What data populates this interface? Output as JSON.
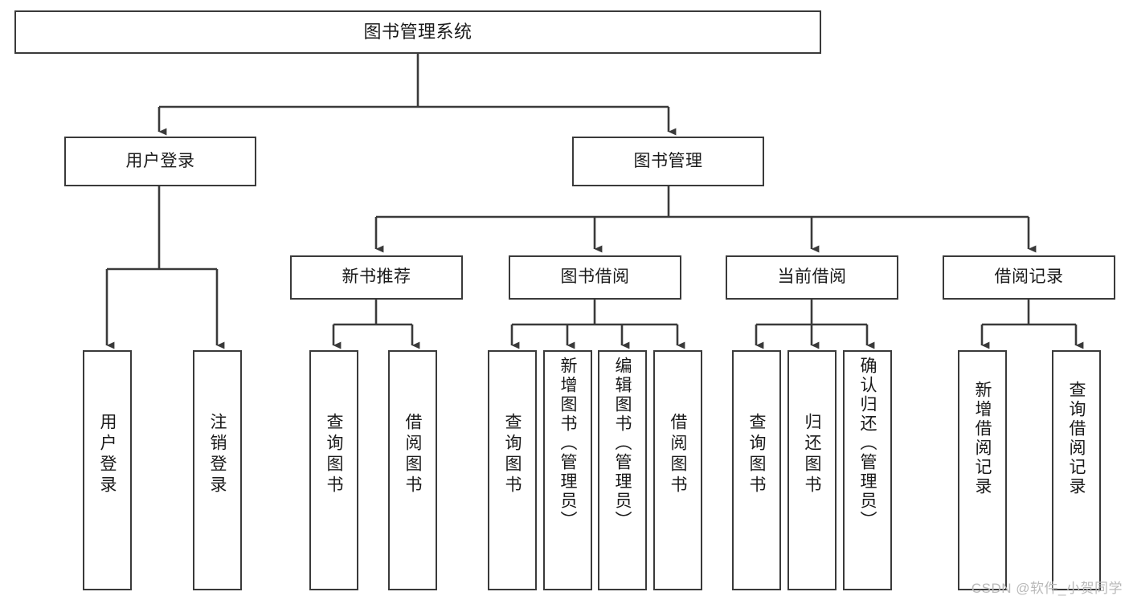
{
  "diagram": {
    "title": "图书管理系统",
    "type": "functional-structure-tree",
    "orientation": "top-down",
    "watermark": "CSDN @软件_小贺同学",
    "colors": {
      "background": "#ffffff",
      "box_border": "#3a3a3a",
      "box_fill": "#ffffff",
      "connector": "#3a3a3a",
      "text": "#1a1a1a",
      "watermark": "#b9b9b9"
    }
  },
  "nodes": {
    "root": {
      "label": "图书管理系统"
    },
    "level2": [
      {
        "id": "user-login",
        "label": "用户登录"
      },
      {
        "id": "book-manage",
        "label": "图书管理"
      }
    ],
    "level3": [
      {
        "id": "new-book-recommend",
        "label": "新书推荐"
      },
      {
        "id": "book-borrow",
        "label": "图书借阅"
      },
      {
        "id": "current-borrow",
        "label": "当前借阅"
      },
      {
        "id": "borrow-record",
        "label": "借阅记录"
      }
    ],
    "leaves": {
      "user_login": [
        {
          "id": "leaf-user-login",
          "label": "用户登录"
        },
        {
          "id": "leaf-logout-login",
          "label": "注销登录"
        }
      ],
      "new_book_recommend": [
        {
          "id": "leaf-query-book-1",
          "label": "查询图书"
        },
        {
          "id": "leaf-borrow-book-1",
          "label": "借阅图书"
        }
      ],
      "book_borrow": [
        {
          "id": "leaf-query-book-2",
          "label": "查询图书"
        },
        {
          "id": "leaf-add-book",
          "label": "新增图书（管理员）"
        },
        {
          "id": "leaf-edit-book",
          "label": "编辑图书（管理员）"
        },
        {
          "id": "leaf-borrow-book-2",
          "label": "借阅图书"
        }
      ],
      "current_borrow": [
        {
          "id": "leaf-query-book-3",
          "label": "查询图书"
        },
        {
          "id": "leaf-return-book",
          "label": "归还图书"
        },
        {
          "id": "leaf-confirm-return",
          "label": "确认归还（管理员）"
        }
      ],
      "borrow_record": [
        {
          "id": "leaf-add-borrow-record",
          "label": "新增借阅记录"
        },
        {
          "id": "leaf-query-borrow-record",
          "label": "查询借阅记录"
        }
      ]
    }
  }
}
